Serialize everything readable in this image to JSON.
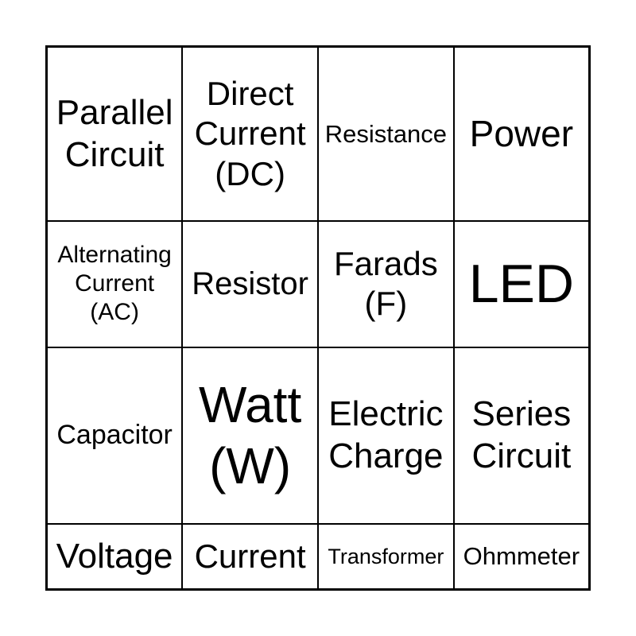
{
  "colors": {
    "background": "#ffffff",
    "grid_lines": "#000000",
    "text": "#000000"
  },
  "card": {
    "rows": 4,
    "cols": 4,
    "cells": [
      [
        {
          "text": "Parallel Circuit"
        },
        {
          "text": "Direct Current (DC)"
        },
        {
          "text": "Resistance"
        },
        {
          "text": "Power"
        }
      ],
      [
        {
          "text": "Alternating Current (AC)"
        },
        {
          "text": "Resistor"
        },
        {
          "text": "Farads (F)"
        },
        {
          "text": "LED"
        }
      ],
      [
        {
          "text": "Capacitor"
        },
        {
          "text": "Watt (W)"
        },
        {
          "text": "Electric Charge"
        },
        {
          "text": "Series Circuit"
        }
      ],
      [
        {
          "text": "Voltage"
        },
        {
          "text": "Current"
        },
        {
          "text": "Transformer"
        },
        {
          "text": "Ohmmeter"
        }
      ]
    ]
  }
}
